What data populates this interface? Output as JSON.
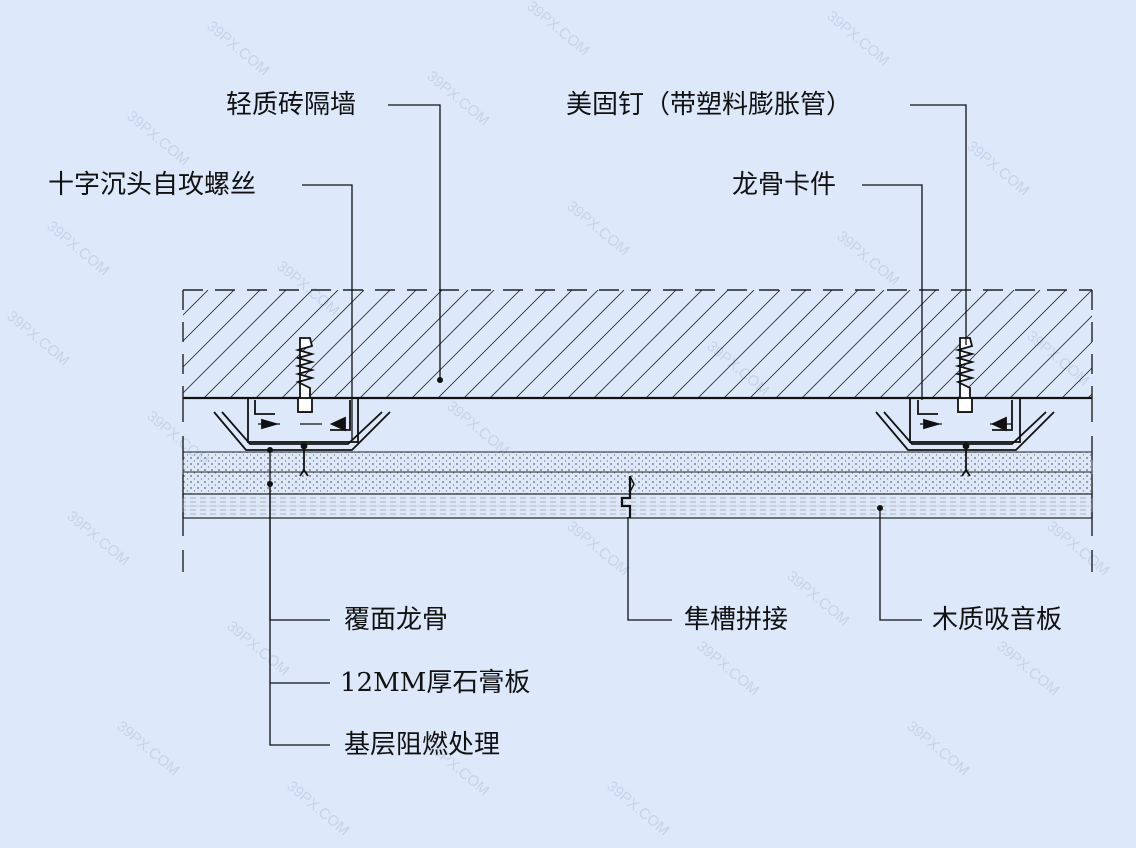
{
  "labels": {
    "brick_wall": "轻质砖隔墙",
    "screw": "十字沉头自攻螺丝",
    "anchor": "美固钉（带塑料膨胀管）",
    "clip": "龙骨卡件",
    "furring": "覆面龙骨",
    "gypsum": "12MM厚石膏板",
    "fireproof": "基层阻燃处理",
    "joint": "隼槽拼接",
    "wood_board": "木质吸音板"
  },
  "watermark": "39PX.COM",
  "colors": {
    "background": "#dde9fb",
    "line": "#111111",
    "watermark": "#c5d3ea"
  }
}
